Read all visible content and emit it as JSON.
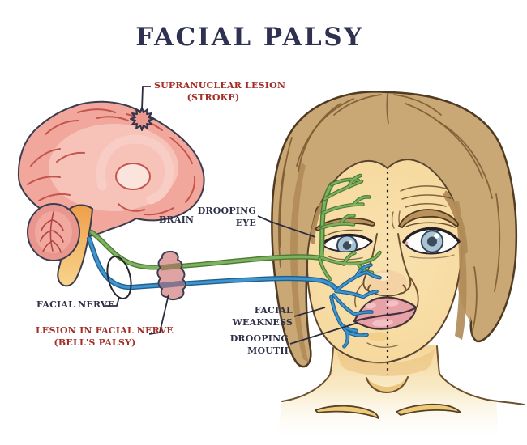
{
  "title": "FACIAL PALSY",
  "annotations": {
    "supranuclear_lesion": {
      "line1": "SUPRANUCLEAR LESION",
      "line2": "(STROKE)"
    },
    "brain": {
      "label": "BRAIN"
    },
    "drooping_eye": {
      "line1": "DROOPING",
      "line2": "EYE"
    },
    "facial_nerve": {
      "label": "FACIAL NERVE"
    },
    "facial_nerve_lesion": {
      "line1": "LESION IN FACIAL NERVE",
      "line2": "(BELL'S PALSY)"
    },
    "facial_weakness": {
      "line1": "FACIAL",
      "line2": "WEAKNESS"
    },
    "drooping_mouth": {
      "line1": "DROOPING",
      "line2": "MOUTH"
    }
  },
  "colors": {
    "title_text": "#2E3150",
    "label_text": "#2E3048",
    "lesion_label_text": "#A32E28",
    "pointer_line": "#2B2C3E",
    "brain_fill": "#F2A79C",
    "brain_detail": "#C4554E",
    "cerebellum_fill": "#E9968E",
    "brainstem_fill": "#EE9E49",
    "nerve_green": "#7DB25F",
    "nerve_blue": "#3F95CE",
    "lesion_fill": "#E0A3A4",
    "skin": "#F6DA9F",
    "hair": "#C9A876",
    "lips": "#E8A1A7",
    "iris": "#A9C2D4"
  }
}
